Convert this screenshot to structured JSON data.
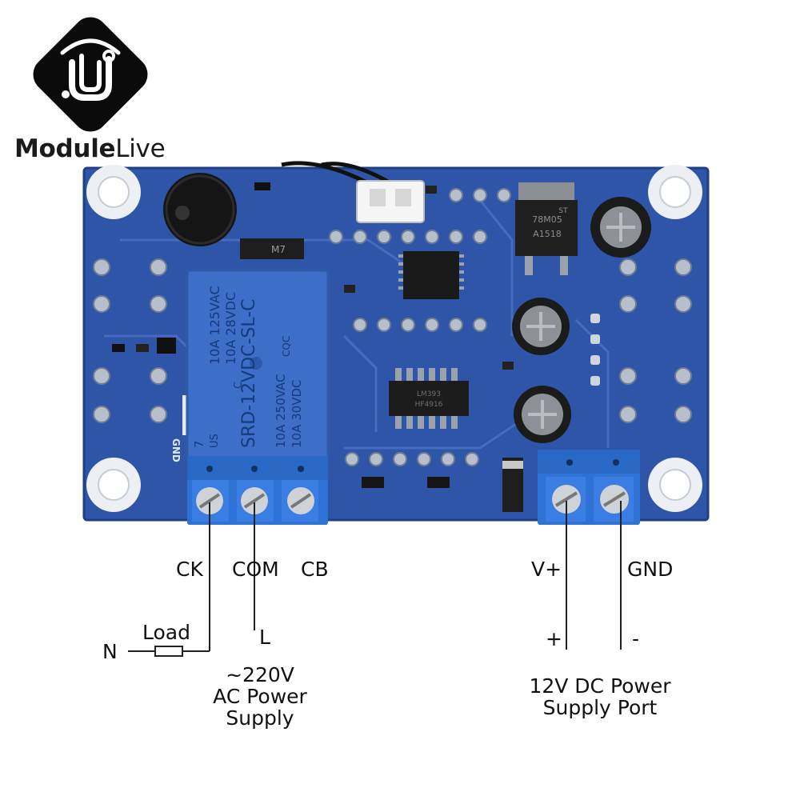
{
  "brand": {
    "name_bold": "Module",
    "name_light": "Live"
  },
  "board": {
    "relay_text": {
      "number": "7",
      "us": "US",
      "c": "C",
      "rating_1": "10A 125VAC",
      "rating_2": "10A 28VDC",
      "model": "SRD-12VDC-SL-C",
      "rating_3": "10A 250VAC",
      "rating_4": "10A 30VDC",
      "cqc": "CQC"
    },
    "regulator_text": {
      "line1": "78M05",
      "line2": "A1518",
      "brand": "ST"
    },
    "ic_text": {
      "line1": "LM393",
      "line2": "HF4916"
    },
    "silk_gnd": "GND",
    "m7": "M7"
  },
  "terminals": {
    "ck": "CK",
    "com": "COM",
    "cb": "CB",
    "vplus": "V+",
    "gnd": "GND"
  },
  "wiring": {
    "n": "N",
    "load": "Load",
    "l": "L",
    "plus": "+",
    "minus": "-",
    "ac_line1": "~220V",
    "ac_line2": "AC Power",
    "ac_line3": "Supply",
    "dc_line1": "12V DC Power",
    "dc_line2": "Supply Port"
  },
  "colors": {
    "pcb": "#2f55a8",
    "pcb_dark": "#1f3f86",
    "relay": "#3e6fc8",
    "terminal_blue": "#2e72d6",
    "text": "#111111"
  }
}
